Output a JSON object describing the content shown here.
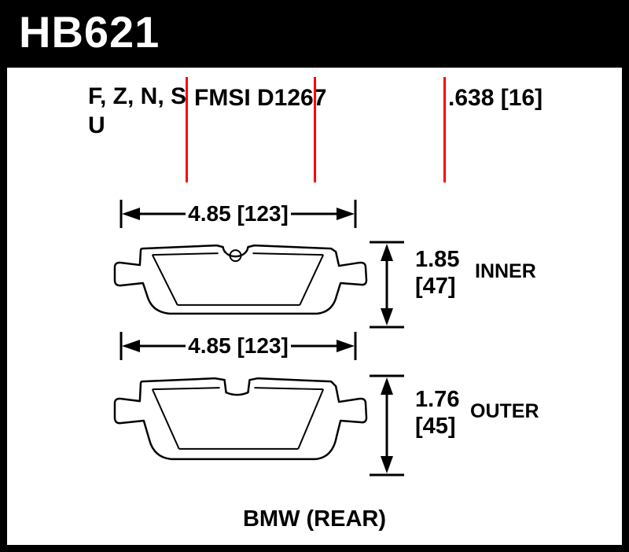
{
  "header": {
    "part_number": "HB621"
  },
  "spec_row": {
    "compounds_line1": "F, Z, N, S",
    "compounds_line2": "U",
    "fmsi": "FMSI D1267",
    "pad_thickness": ".638 [16]"
  },
  "inner_pad": {
    "width": "4.85 [123]",
    "height_value": "1.85",
    "height_bracket": "[47]",
    "label": "INNER"
  },
  "outer_pad": {
    "width": "4.85 [123]",
    "height_value": "1.76",
    "height_bracket": "[45]",
    "label": "OUTER"
  },
  "footer": {
    "application": "BMW (REAR)"
  },
  "colors": {
    "divider_red": "#ff0000",
    "frame_black": "#000000"
  }
}
